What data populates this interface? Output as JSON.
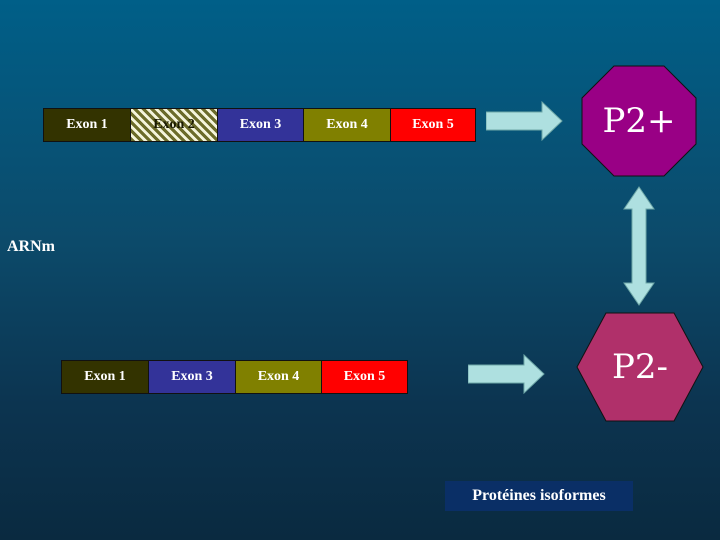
{
  "rows": [
    {
      "exons": [
        "Exon 1",
        "Exon 2",
        "Exon 3",
        "Exon 4",
        "Exon 5"
      ]
    },
    {
      "exons": [
        "Exon 1",
        "Exon 3",
        "Exon 4",
        "Exon 5"
      ]
    }
  ],
  "proteins": {
    "plus": "P2+",
    "minus": "P2-"
  },
  "side_label": "ARNm",
  "caption": "Protéines isoformes",
  "colors": {
    "exon1": "#333300",
    "exon2_hatch": "#6b6b2a",
    "exon3": "#333399",
    "exon4": "#808000",
    "exon5": "#ff0000",
    "p_plus": "#990085",
    "p_minus": "#b0306a",
    "arrow": "#aee0e0"
  }
}
